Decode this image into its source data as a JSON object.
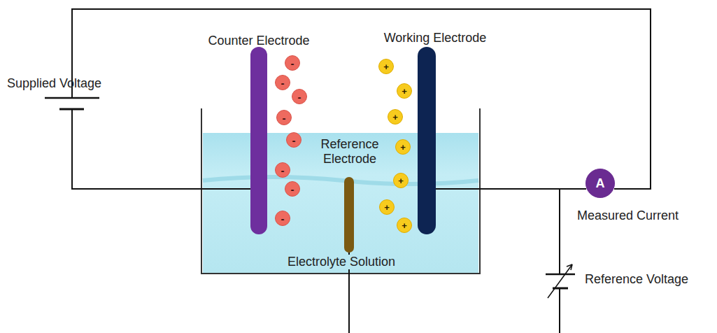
{
  "diagram": {
    "nodes": [
      {
        "text": [
          "-"
        ]
      },
      {
        "text": [
          "-"
        ]
      },
      {
        "text": [
          "-"
        ]
      },
      {
        "text": [
          "-"
        ]
      },
      {
        "text": [
          "-"
        ]
      },
      {
        "text": [
          "-"
        ]
      },
      {
        "text": [
          "-"
        ]
      },
      {
        "text": [
          "-"
        ]
      },
      {
        "text": [
          "+"
        ]
      },
      {
        "text": [
          "+"
        ]
      },
      {
        "text": [
          "+"
        ]
      },
      {
        "text": [
          "+"
        ]
      },
      {
        "text": [
          "+"
        ]
      },
      {
        "text": [
          "+"
        ]
      },
      {
        "text": [
          "+"
        ]
      },
      {
        "text": [
          "A"
        ]
      }
    ],
    "labels": [
      "Supplied Voltage",
      "Counter Electrode",
      "Working Electrode",
      "Reference Electrode",
      "Electrolyte Solution",
      "Measured Current",
      "Reference Voltage"
    ]
  }
}
